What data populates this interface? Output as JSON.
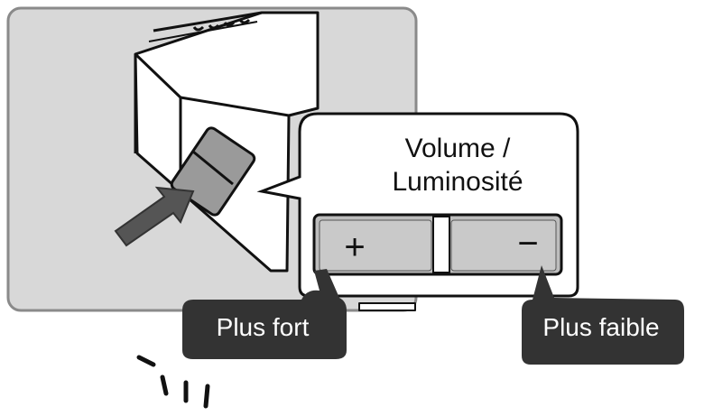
{
  "callout": {
    "title_line1": "Volume /",
    "title_line2": "Luminosité"
  },
  "keys": {
    "plus": "+",
    "minus": "−"
  },
  "labels": {
    "louder": "Plus fort",
    "quieter": "Plus faible"
  },
  "colors": {
    "device_panel": "#d8d8d8",
    "device_outline": "#6e6e6e",
    "tag_fill": "#333333",
    "arrow_fill": "#555555",
    "callout_fill": "#ffffff"
  }
}
